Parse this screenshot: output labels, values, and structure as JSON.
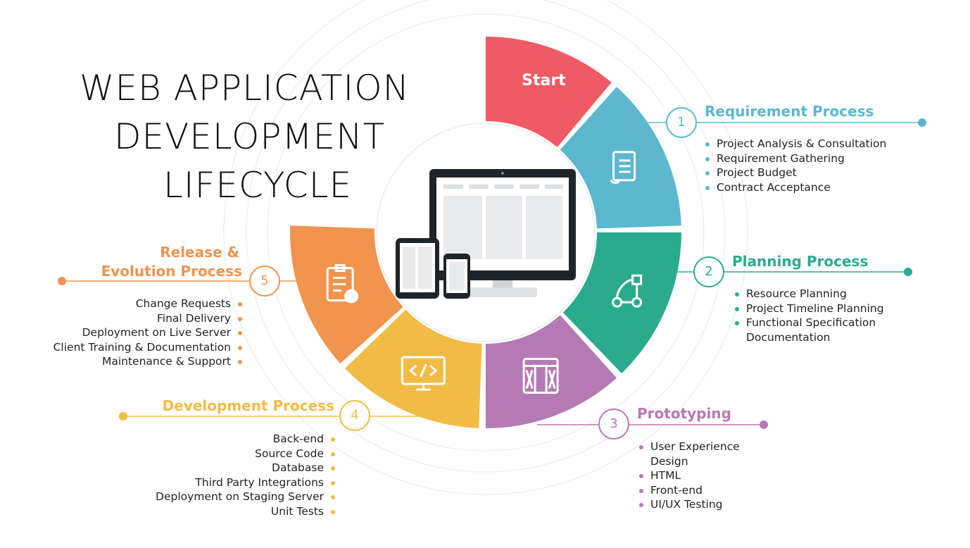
{
  "title": {
    "line1": "WEB APPLICATION",
    "line2": "DEVELOPMENT",
    "line3": "LIFECYCLE"
  },
  "start": {
    "label": "Start",
    "color": "#f05a64"
  },
  "stages": [
    {
      "number": "1",
      "title": "Requirement Process",
      "color": "#5bb8cf",
      "icon": "document-list-icon",
      "items": [
        "Project Analysis & Consultation",
        "Requirement Gathering",
        "Project Budget",
        "Contract Acceptance"
      ]
    },
    {
      "number": "2",
      "title": "Planning Process",
      "color": "#2aab8e",
      "icon": "flowchart-icon",
      "items": [
        "Resource Planning",
        "Project Timeline Planning",
        "Functional Specification",
        "Documentation"
      ]
    },
    {
      "number": "3",
      "title": "Prototyping",
      "color": "#b57ab3",
      "icon": "wireframe-icon",
      "items": [
        "User Experience",
        "Design",
        "HTML",
        "Front-end",
        "UI/UX Testing"
      ]
    },
    {
      "number": "4",
      "title": "Development Process",
      "color": "#f1bc45",
      "icon": "code-monitor-icon",
      "items": [
        "Back-end",
        "Source Code",
        "Database",
        "Third Party Integrations",
        "Deployment on Staging Server",
        "Unit Tests"
      ]
    },
    {
      "number": "5",
      "title_line1": "Release &",
      "title_line2": "Evolution Process",
      "color": "#f0944e",
      "icon": "clipboard-rocket-icon",
      "items": [
        "Change Requests",
        "Final Delivery",
        "Deployment on Live Server",
        "Client Training & Documentation",
        "Maintenance & Support"
      ]
    }
  ]
}
